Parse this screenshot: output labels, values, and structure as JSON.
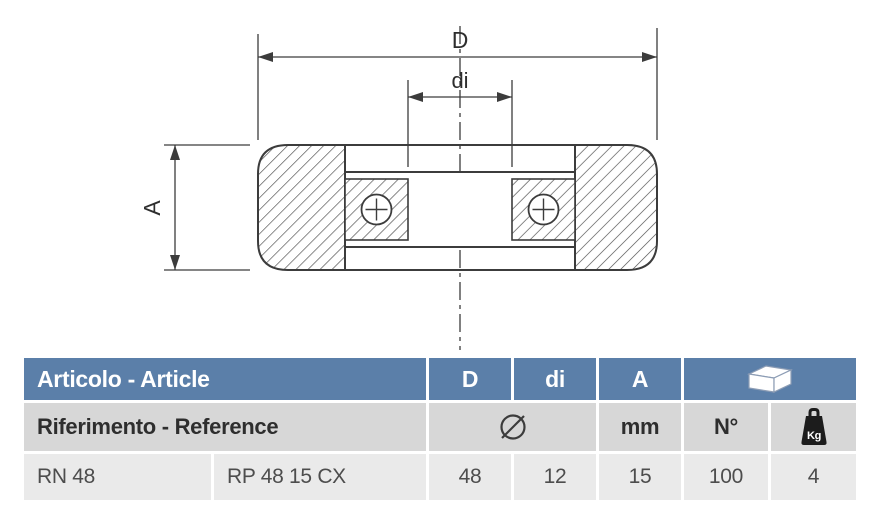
{
  "colors": {
    "header_blue": "#5b7fa9",
    "subheader_gray": "#d7d7d7",
    "row_gray": "#eaeaea",
    "line_dark": "#3c3c3c",
    "text_white": "#ffffff",
    "text_dark": "#2e2e2e"
  },
  "drawing": {
    "label_outer_diameter": "D",
    "label_inner_diameter": "di",
    "label_width": "A"
  },
  "table": {
    "header": {
      "article": "Articolo - Article",
      "d": "D",
      "di": "di",
      "a": "A"
    },
    "subheader": {
      "reference": "Riferimento - Reference",
      "mm": "mm",
      "n": "N°"
    },
    "icons": {
      "box": "packaging-box-3d",
      "diameter": "diameter-symbol",
      "weight_label": "Kg"
    },
    "rows": [
      {
        "article": "RN 48",
        "reference": "RP 48 15 CX",
        "d": "48",
        "di": "12",
        "a": "15",
        "n": "100",
        "kg": "4"
      }
    ]
  }
}
